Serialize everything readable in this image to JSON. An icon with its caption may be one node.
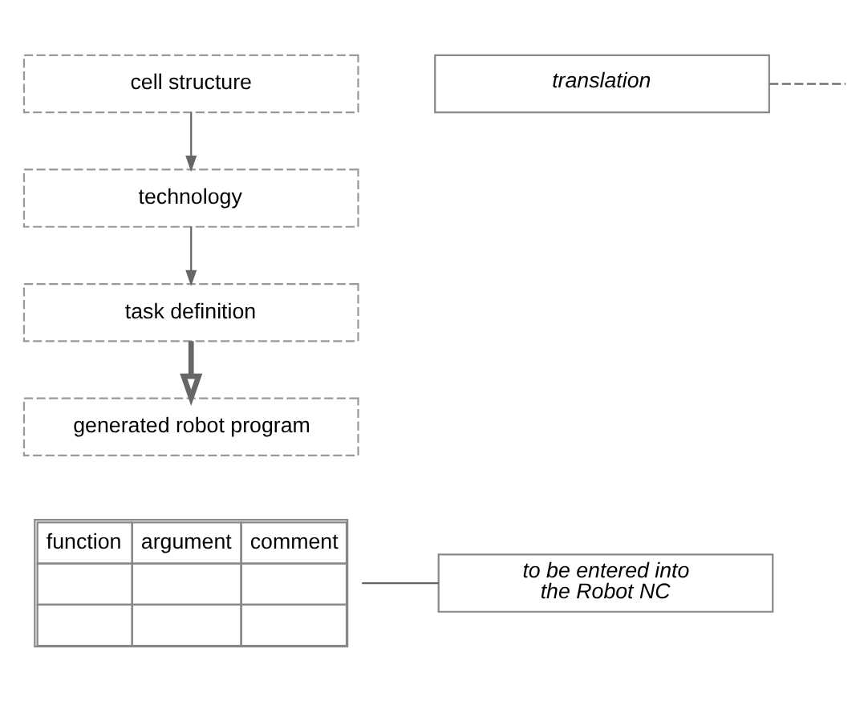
{
  "diagram": {
    "nodes": [
      {
        "text": [
          "cell structure"
        ]
      },
      {
        "text": [
          "technology"
        ]
      },
      {
        "text": [
          "task definition"
        ]
      },
      {
        "text": [
          "generated robot program"
        ]
      },
      {
        "text": [
          "translation"
        ]
      },
      {
        "text": [
          "function",
          "argument",
          "comment"
        ]
      },
      {
        "text": [
          "to be entered into the Robot NC"
        ]
      }
    ],
    "edges": [
      {
        "from": 0,
        "to": 1,
        "arrow": "to"
      },
      {
        "from": 1,
        "to": 2,
        "arrow": "to"
      },
      {
        "from": 2,
        "to": 3,
        "arrow": "to",
        "style": "thick"
      },
      {
        "from": 4,
        "to": null,
        "arrow": "none",
        "style": "dashed"
      },
      {
        "from": 5,
        "to": 6,
        "arrow": "none"
      }
    ]
  }
}
